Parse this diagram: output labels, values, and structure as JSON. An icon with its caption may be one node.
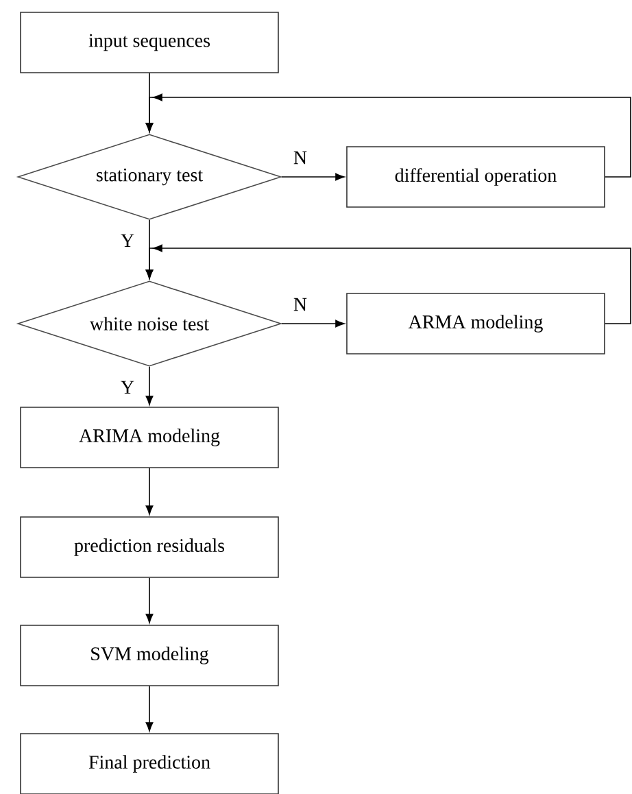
{
  "diagram": {
    "nodes": [
      {
        "text": [
          "input sequences"
        ]
      },
      {
        "text": [
          "stationary test"
        ]
      },
      {
        "text": [
          "differential operation"
        ]
      },
      {
        "text": [
          "white noise test"
        ]
      },
      {
        "text": [
          "ARMA modeling"
        ]
      },
      {
        "text": [
          "ARIMA modeling"
        ]
      },
      {
        "text": [
          "prediction residuals"
        ]
      },
      {
        "text": [
          "SVM modeling"
        ]
      },
      {
        "text": [
          "Final prediction"
        ]
      }
    ],
    "edges": [
      {
        "from": 0,
        "to": 1,
        "arrow": "to"
      },
      {
        "from": 1,
        "to": 2,
        "arrow": "to",
        "label": "N"
      },
      {
        "from": 2,
        "to": 1,
        "arrow": "to"
      },
      {
        "from": 1,
        "to": 3,
        "arrow": "to",
        "label": "Y"
      },
      {
        "from": 3,
        "to": 4,
        "arrow": "to",
        "label": "N"
      },
      {
        "from": 4,
        "to": 3,
        "arrow": "to"
      },
      {
        "from": 3,
        "to": 5,
        "arrow": "to",
        "label": "Y"
      },
      {
        "from": 5,
        "to": 6,
        "arrow": "to"
      },
      {
        "from": 6,
        "to": 7,
        "arrow": "to"
      },
      {
        "from": 7,
        "to": 8,
        "arrow": "to"
      }
    ]
  }
}
